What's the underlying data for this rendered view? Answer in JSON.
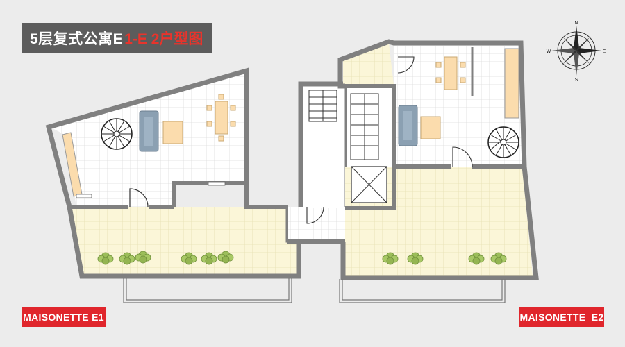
{
  "title": {
    "main": "5层复式公寓E",
    "sub": "1-E 2户型图"
  },
  "units": {
    "left_label": "MAISONETTE E1",
    "right_label": "MAISONETTE  E2"
  },
  "compass": {
    "n": "N",
    "s": "S",
    "e": "E",
    "w": "W"
  },
  "colors": {
    "wall": "#808080",
    "terrace": "#fbf6d8",
    "floor": "#ffffff",
    "sofa": "#8ba0b2",
    "table": "#fbdcad",
    "title_bg": "#5c5c5c",
    "accent": "#e0262c",
    "plant": "#9cbe5a"
  }
}
